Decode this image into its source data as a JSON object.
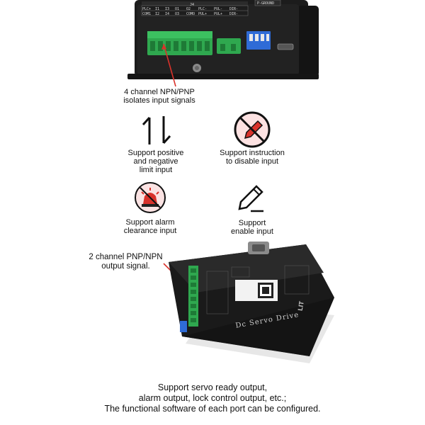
{
  "top_device": {
    "header_label": "J4",
    "header_right": "P-GROUND",
    "pin_labels_row1": [
      "PLC+",
      "I1",
      "I3",
      "O1",
      "O2",
      "PLC-",
      "PUL-",
      "DIR-"
    ],
    "pin_labels_row2": [
      "COM1",
      "I2",
      "I4",
      "O3",
      "COMO",
      "PUL+",
      "PUL+",
      "DIR-"
    ]
  },
  "callouts": {
    "input_label": "4 channel NPN/PNP\nisolates input signals",
    "output_label": "2 channel PNP/NPN\noutput signal."
  },
  "features": [
    {
      "icon": "up-down-arrows-icon",
      "label": "Support positive\nand negative\nlimit input"
    },
    {
      "icon": "disable-pen-icon",
      "label": "Support instruction\nto disable input"
    },
    {
      "icon": "alarm-clear-icon",
      "label": "Support alarm\nclearance input"
    },
    {
      "icon": "enable-pen-icon",
      "label": "Support\nenable input"
    }
  ],
  "bottom_device": {
    "brand_text": "Dc Servo Drive",
    "logo_text": "LIT"
  },
  "footer": {
    "text": "Support servo ready output,\nalarm output, lock control output, etc.;\nThe functional software of each port can be configured."
  },
  "colors": {
    "callout_red": "#d9322b",
    "terminal_green": "#2fa84f",
    "dip_blue": "#2f6bd6",
    "device_black": "#1a1a1a"
  }
}
